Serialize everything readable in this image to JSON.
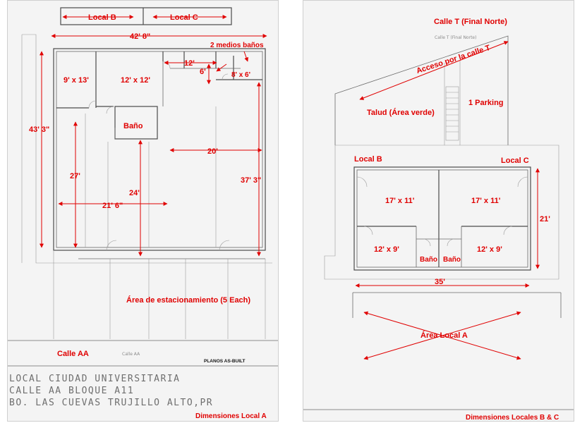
{
  "sheet_a": {
    "labels": {
      "local_b": "Local B",
      "local_c": "Local C",
      "width_total": "42' 8\"",
      "half_baths": "2 medios baños",
      "room_9x13": "9' x 13'",
      "room_12x12": "12' x 12'",
      "dim_12": "12'",
      "dim_6": "6'",
      "room_8x6": "8' x 6'",
      "bath": "Baño",
      "height_total": "43' 3\"",
      "dim_20": "20'",
      "dim_27": "27'",
      "dim_37": "37' 3\"",
      "dim_24": "24'",
      "dim_21_6": "21' 6\"",
      "parking_area": "Área de estacionamiento (5 Each)",
      "street": "Calle AA",
      "street_pencil": "Calle AA",
      "asbuilt": "PLANOS AS-BUILT",
      "dimensions": "Dimensiones  Local A"
    },
    "title_lines": [
      "LOCAL CIUDAD UNIVERSITARIA",
      "CALLE AA BLOQUE A11",
      "BO. LAS CUEVAS TRUJILLO ALTO,PR"
    ]
  },
  "sheet_b": {
    "labels": {
      "street_top": "Calle T (Final Norte)",
      "street_pencil": "Calle T (Final Norte)",
      "access": "Acceso por la calle T",
      "slope": "Talud (Área verde)",
      "parking": "1 Parking",
      "local_b": "Local B",
      "local_c": "Local C",
      "room_left": "17' x 11'",
      "room_right": "17' x 11'",
      "dim_21": "21'",
      "room_small_left": "12' x 9'",
      "room_small_right": "12' x 9'",
      "bath_left": "Baño",
      "bath_right": "Baño",
      "dim_35": "35'",
      "area_local_a": "Área Local A",
      "dimensions": "Dimensiones Locales B & C"
    }
  }
}
